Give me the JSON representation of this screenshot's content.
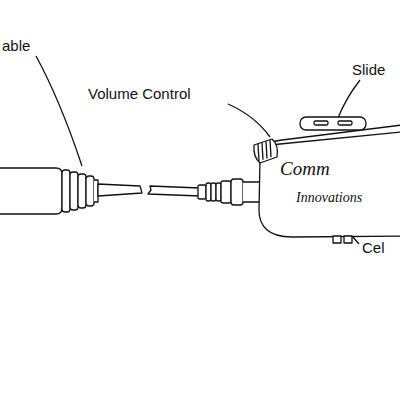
{
  "diagram": {
    "nodes": [
      {
        "text": [
          "Comm",
          "Innovations"
        ]
      }
    ],
    "labels": [
      "able",
      "Volume Control",
      "Slide",
      "Cel"
    ]
  }
}
